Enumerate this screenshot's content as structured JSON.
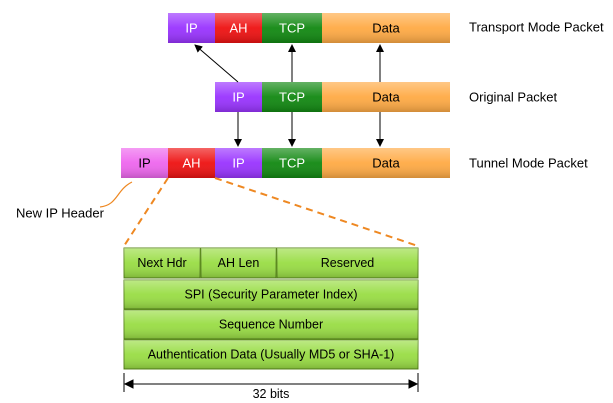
{
  "colors": {
    "ip": "#9933ff",
    "ip_new": "#ee66ee",
    "ah": "#ee1111",
    "tcp": "#118811",
    "data": "#ffaa44",
    "field": "#99dd44",
    "dashed": "#ee8822"
  },
  "rows": {
    "transport": {
      "label": "Transport Mode Packet",
      "cells": [
        {
          "key": "ip",
          "text": "IP"
        },
        {
          "key": "ah",
          "text": "AH"
        },
        {
          "key": "tcp",
          "text": "TCP"
        },
        {
          "key": "data",
          "text": "Data"
        }
      ]
    },
    "original": {
      "label": "Original Packet",
      "cells": [
        {
          "key": "ip",
          "text": "IP"
        },
        {
          "key": "tcp",
          "text": "TCP"
        },
        {
          "key": "data",
          "text": "Data"
        }
      ]
    },
    "tunnel": {
      "label": "Tunnel Mode Packet",
      "cells": [
        {
          "key": "ip_new",
          "text": "IP"
        },
        {
          "key": "ah",
          "text": "AH"
        },
        {
          "key": "ip",
          "text": "IP"
        },
        {
          "key": "tcp",
          "text": "TCP"
        },
        {
          "key": "data",
          "text": "Data"
        }
      ]
    }
  },
  "new_ip_header_label": "New IP Header",
  "ah_header": {
    "row1": [
      "Next Hdr",
      "AH Len",
      "Reserved"
    ],
    "spi": "SPI (Security Parameter Index)",
    "seq": "Sequence Number",
    "auth": "Authentication Data (Usually MD5 or SHA-1)",
    "width_label": "32 bits"
  }
}
